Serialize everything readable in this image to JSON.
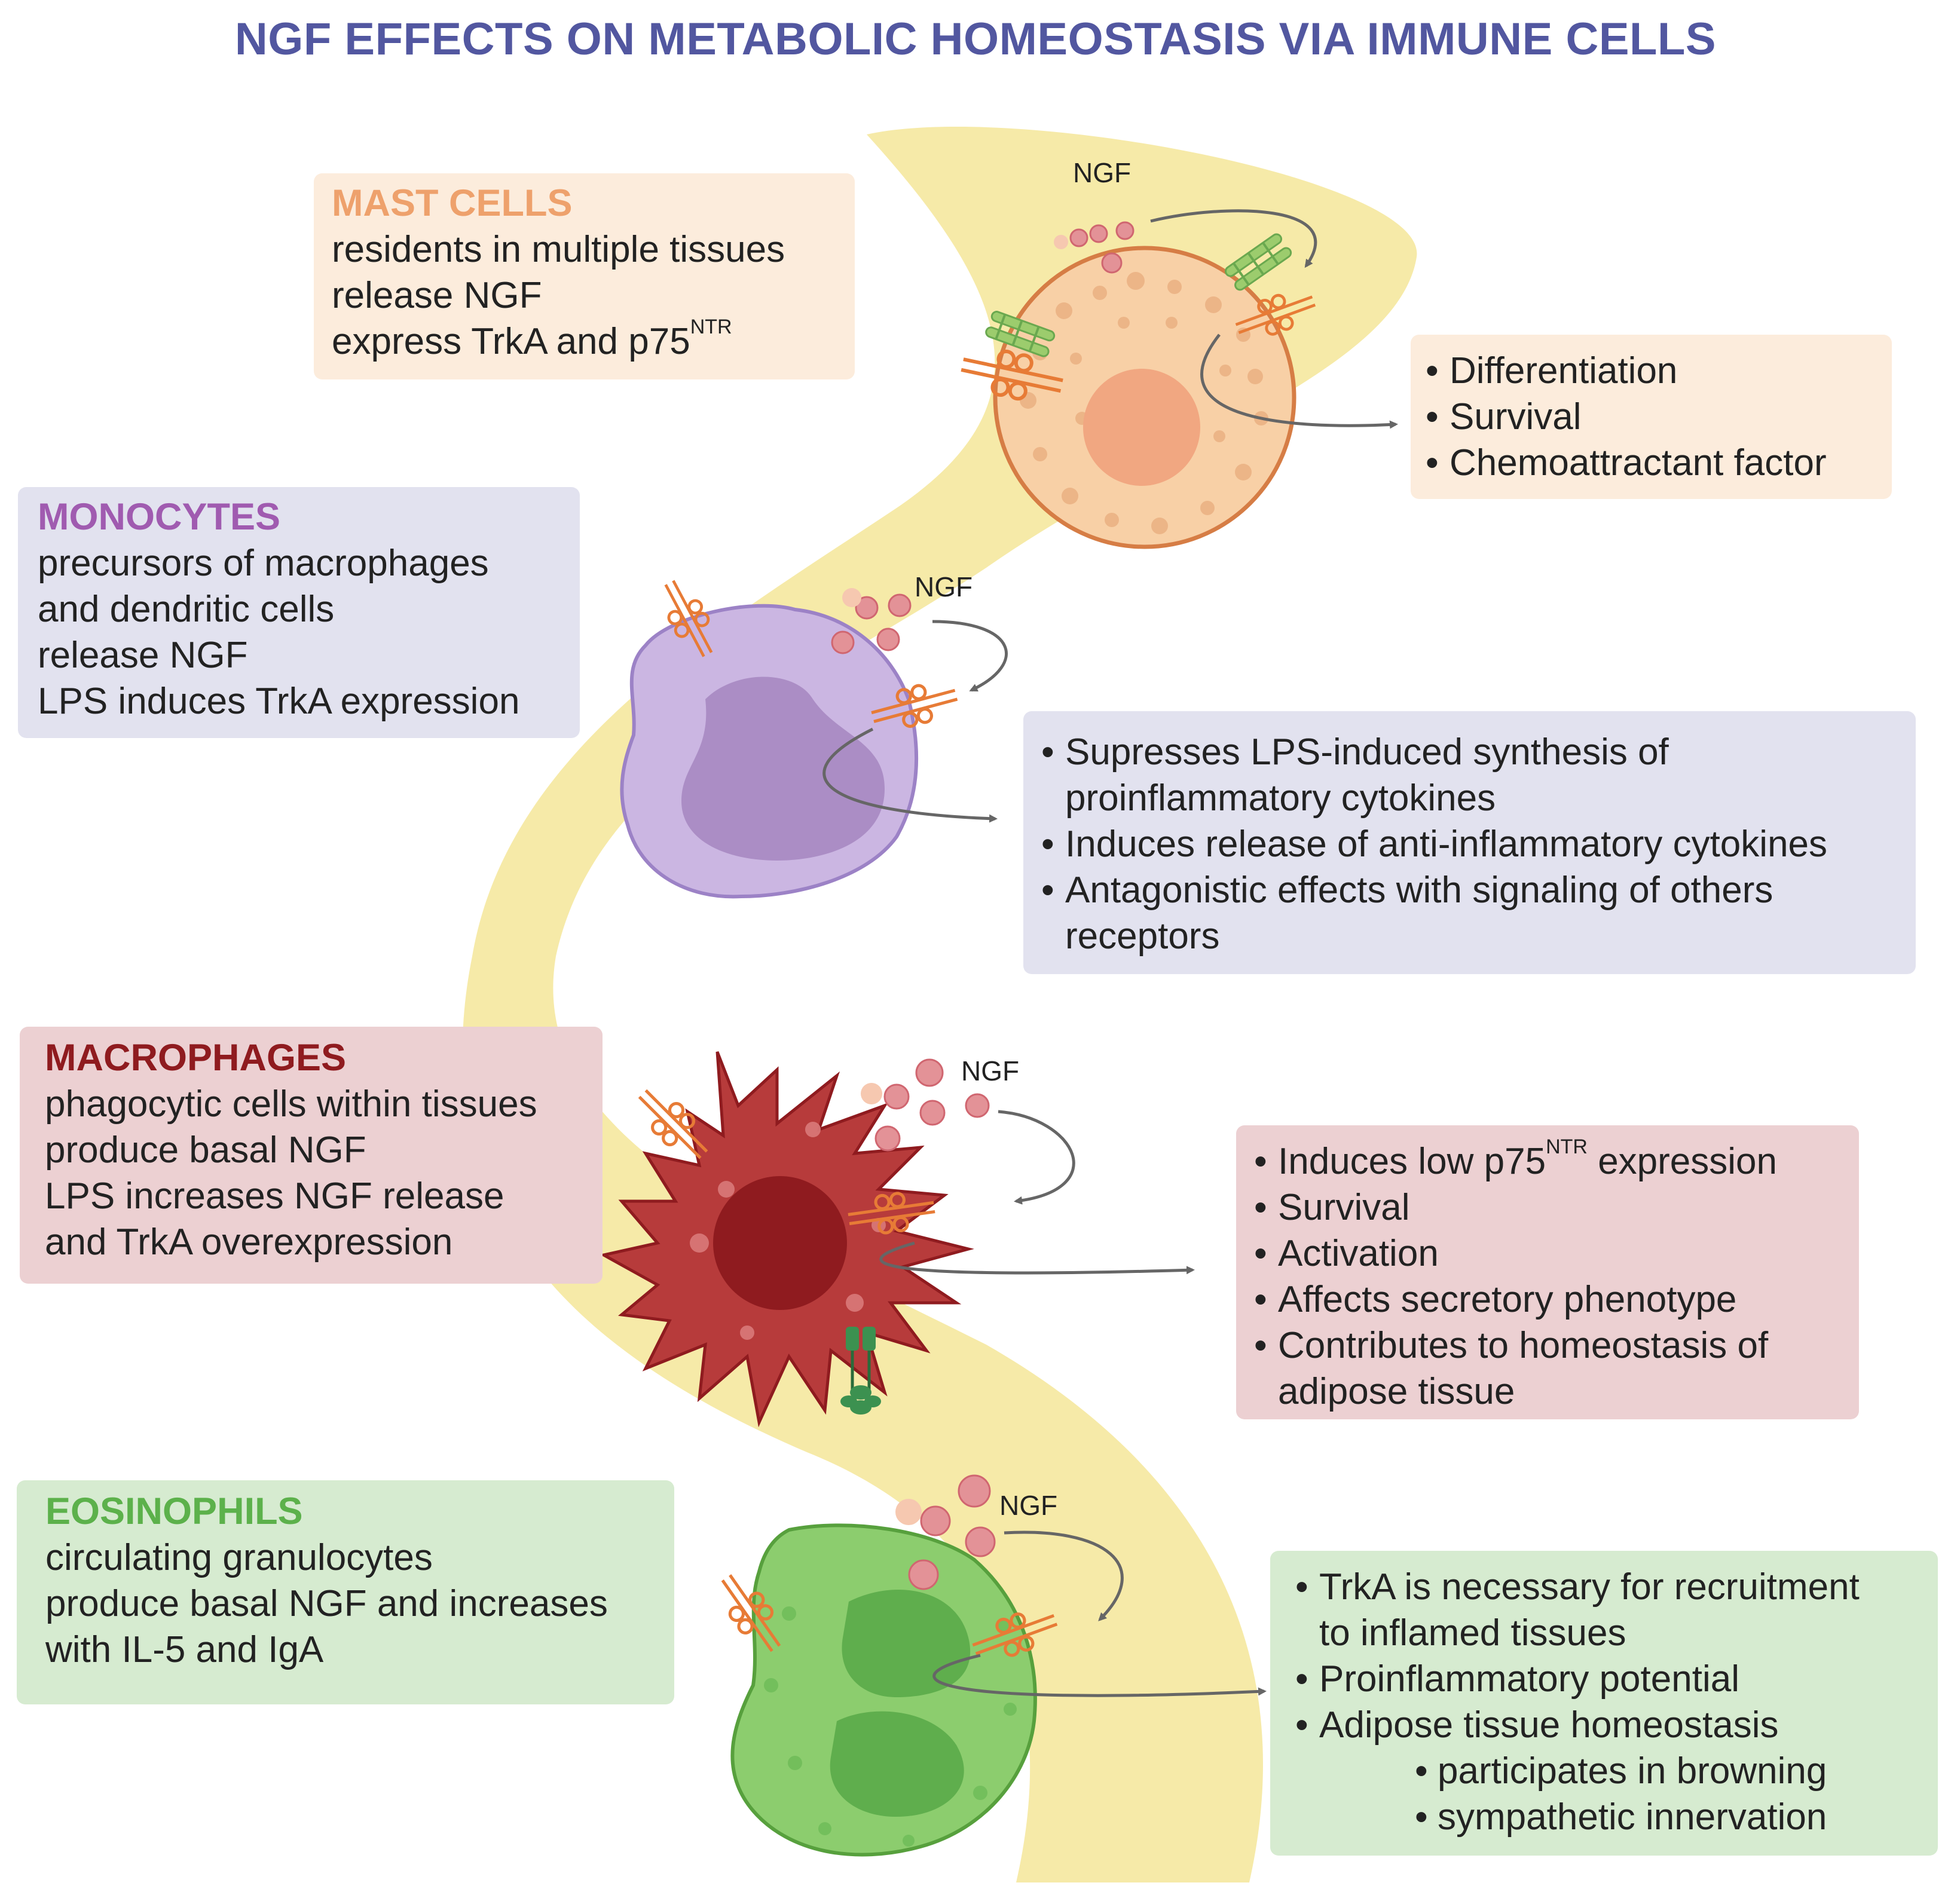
{
  "title": "NGF EFFECTS ON METABOLIC HOMEOSTASIS VIA IMMUNE CELLS",
  "ngf_label": "NGF",
  "colors": {
    "title": "#5257a0",
    "mast": "#eea16c",
    "mast_bg": "#fcecdc",
    "monocyte": "#a05bb0",
    "monocyte_bg": "#e2e2ef",
    "macrophage": "#8f1b1f",
    "macrophage_bg": "#ecd0d2",
    "eosinophil": "#5cb14b",
    "eosinophil_bg": "#d6ebd0",
    "band": "#f6eaa8",
    "ngf_dot": "#e39297",
    "receptor": "#e77b36",
    "p75_receptor": "#7dbb55"
  },
  "mast": {
    "heading": "MAST CELLS",
    "lines": [
      "residents in multiple tissues",
      "release NGF",
      "express TrkA and p75"
    ],
    "sup": "NTR",
    "effects": [
      "Differentiation",
      "Survival",
      "Chemoattractant factor"
    ]
  },
  "monocytes": {
    "heading": "MONOCYTES",
    "lines": [
      "precursors of macrophages",
      "and dendritic cells",
      "release NGF",
      "LPS induces TrkA expression"
    ],
    "effects": {
      "e1": "Supresses LPS-induced synthesis of",
      "e1b": "proinflammatory cytokines",
      "e2": "Induces release of anti-inflammatory cytokines",
      "e3": "Antagonistic effects with signaling of others",
      "e3b": "receptors"
    }
  },
  "macrophages": {
    "heading": "MACROPHAGES",
    "lines": [
      "phagocytic cells within tissues",
      "produce basal NGF",
      "LPS increases NGF release",
      "and TrkA overexpression"
    ],
    "effects": {
      "e1_pre": "Induces low p75",
      "e1_sup": "NTR",
      "e1_post": " expression",
      "e2": "Survival",
      "e3": "Activation",
      "e4": "Affects secretory phenotype",
      "e5": "Contributes to homeostasis of",
      "e5b": "adipose tissue"
    }
  },
  "eosinophils": {
    "heading": "EOSINOPHILS",
    "lines": [
      "circulating granulocytes",
      "produce basal NGF and increases",
      "with IL-5 and IgA"
    ],
    "effects": {
      "e1": "TrkA is necessary for recruitment",
      "e1b": "to inflamed tissues",
      "e2": "Proinflammatory potential",
      "e3": "Adipose tissue homeostasis",
      "s1": "participates in browning",
      "s2": "sympathetic innervation"
    }
  },
  "bullet": "•"
}
